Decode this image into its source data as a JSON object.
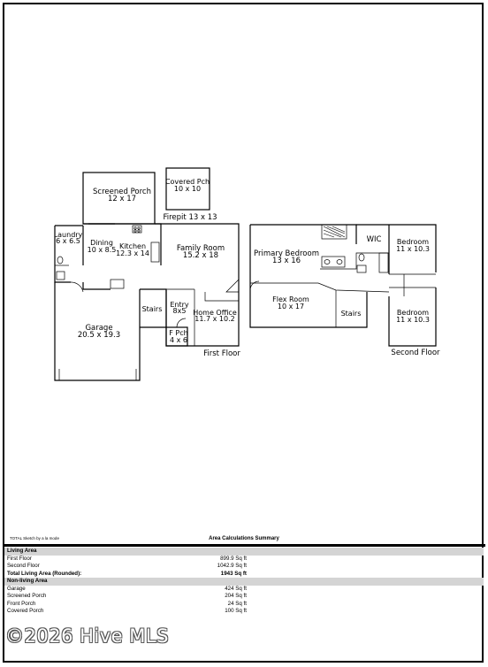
{
  "rooms": {
    "screened_porch": {
      "name": "Screened Porch",
      "dims": "12 x 17"
    },
    "covered_pch": {
      "name": "Covered Pch",
      "dims": "10 x 10"
    },
    "firepit": {
      "label": "Firepit 13 x 13"
    },
    "laundry": {
      "name": "Laundry",
      "dims": "6 x 6.5"
    },
    "dining": {
      "name": "Dining",
      "dims": "10 x 8.5"
    },
    "kitchen": {
      "name": "Kitchen",
      "dims": "12.3 x 14"
    },
    "family_room": {
      "name": "Family Room",
      "dims": "15.2 x 18"
    },
    "garage": {
      "name": "Garage",
      "dims": "20.5 x 19.3"
    },
    "stairs_first": {
      "name": "Stairs"
    },
    "entry": {
      "name": "Entry",
      "dims": "8x5"
    },
    "home_office": {
      "name": "Home Office",
      "dims": "11.7 x 10.2"
    },
    "f_pch": {
      "name": "F Pch",
      "dims": "4 x 6"
    },
    "primary_bedroom": {
      "name": "Primary Bedroom",
      "dims": "13 x 16"
    },
    "wic": {
      "name": "WIC"
    },
    "bedroom_1": {
      "name": "Bedroom",
      "dims": "11 x 10.3"
    },
    "flex_room": {
      "name": "Flex Room",
      "dims": "10 x 17"
    },
    "stairs_second": {
      "name": "Stairs"
    },
    "bedroom_2": {
      "name": "Bedroom",
      "dims": "11 x 10.3"
    }
  },
  "floors": {
    "first": "First Floor",
    "second": "Second Floor"
  },
  "footer_note": "TOTAL Sketch by a la mode",
  "summary": {
    "title": "Area Calculations Summary",
    "living_header": "Living Area",
    "first_floor": {
      "label": "First Floor",
      "value": "899.9 Sq ft"
    },
    "second_floor": {
      "label": "Second Floor",
      "value": "1042.9 Sq ft"
    },
    "total": {
      "label": "Total Living Area (Rounded):",
      "value": "1943 Sq ft"
    },
    "nonliving_header": "Non-living Area",
    "garage": {
      "label": "Garage",
      "value": "424 Sq ft"
    },
    "screened_porch": {
      "label": "Screened Porch",
      "value": "204 Sq ft"
    },
    "front_porch": {
      "label": "Front Porch",
      "value": "24 Sq ft"
    },
    "covered_porch": {
      "label": "Covered Porch",
      "value": "100 Sq ft"
    }
  },
  "watermark": "©2026 Hive MLS"
}
